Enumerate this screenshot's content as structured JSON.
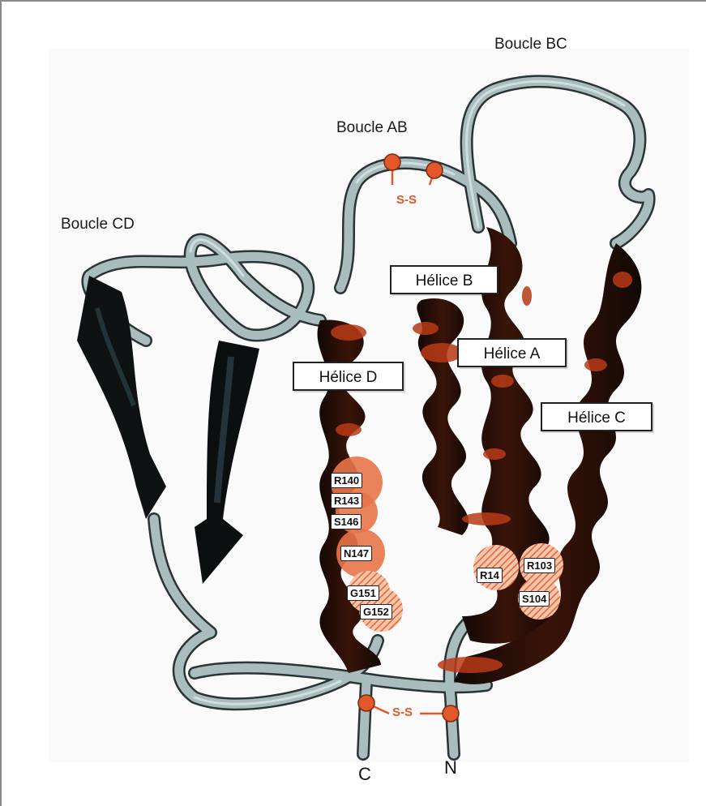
{
  "loops": {
    "ab": "Boucle AB",
    "bc": "Boucle BC",
    "cd": "Boucle CD"
  },
  "helices": {
    "a": "Hélice A",
    "b": "Hélice B",
    "c": "Hélice C",
    "d": "Hélice D"
  },
  "residues": {
    "r140": "R140",
    "r143": "R143",
    "s146": "S146",
    "n147": "N147",
    "g151": "G151",
    "g152": "G152",
    "r14": "R14",
    "r103": "R103",
    "s104": "S104"
  },
  "disulfide": {
    "top": "S-S",
    "bottom": "S-S"
  },
  "termini": {
    "c": "C",
    "n": "N"
  },
  "colors": {
    "helix": "#1c0d0a",
    "helix_accent": "#b83a16",
    "coil": "#9fb3b5",
    "coil_edge": "#2a3436",
    "residue": "#e8744a",
    "residue_hatched": "#f2a07a",
    "disulfide": "#e2582a"
  }
}
